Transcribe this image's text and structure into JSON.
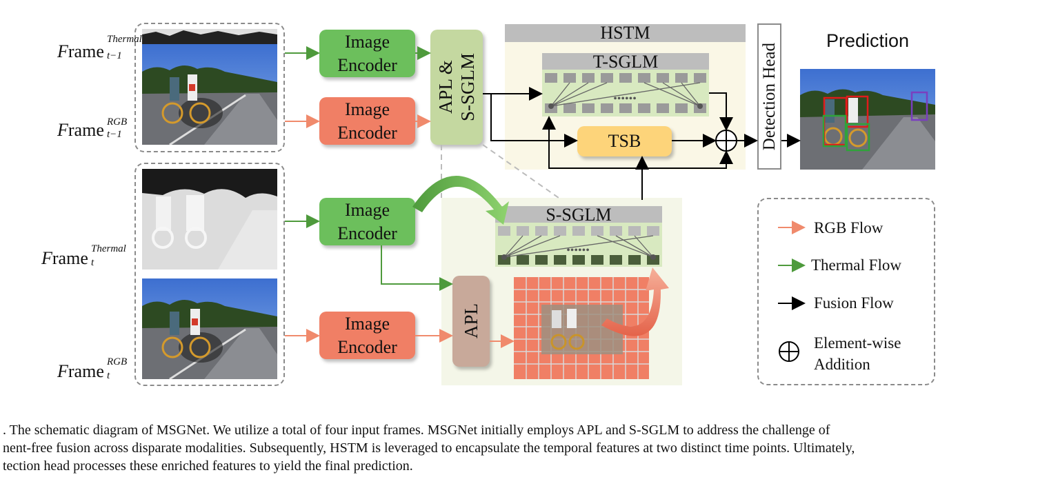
{
  "frames": {
    "thermal_prev": {
      "base": "F",
      "word": "rame",
      "sup": "Thermal",
      "sub": "t−1"
    },
    "rgb_prev": {
      "base": "F",
      "word": "rame",
      "sup": "RGB",
      "sub": "t−1"
    },
    "thermal_cur": {
      "base": "F",
      "word": "rame",
      "sup": "Thermal",
      "sub": "t"
    },
    "rgb_cur": {
      "base": "F",
      "word": "rame",
      "sup": "RGB",
      "sub": "t"
    }
  },
  "encoders": {
    "enc1": [
      "Image",
      "Encoder"
    ],
    "enc2": [
      "Image",
      "Encoder"
    ],
    "enc3": [
      "Image",
      "Encoder"
    ],
    "enc4": [
      "Image",
      "Encoder"
    ]
  },
  "modules": {
    "apl_ssglm": [
      "APL &",
      "S-SGLM"
    ],
    "hstm": "HSTM",
    "tsglm": "T-SGLM",
    "tsb": "TSB",
    "ssglm": "S-SGLM",
    "apl": "APL",
    "detection_head": "Detection Head",
    "prediction": "Prediction"
  },
  "legend": {
    "rgb_flow": "RGB Flow",
    "thermal_flow": "Thermal Flow",
    "fusion_flow": "Fusion Flow",
    "element_wise": [
      "Element-wise",
      "Addition"
    ]
  },
  "colors": {
    "rgb_flow": "#f08a6c",
    "thermal_flow": "#4e9a3c",
    "fusion_flow": "#000000",
    "encoder_green": "#6cbf5c",
    "encoder_red": "#f07f65",
    "apl_ssglm_box": "#c4d8a0",
    "apl_box": "#c8a99a",
    "tsb_box": "#fdd47a",
    "hstm_bg": "#faf7e6",
    "ssglm_bg": "#f4f6e8",
    "box_green": "#2fa33a",
    "box_red": "#e01b1b",
    "box_purple": "#7a3fbf"
  },
  "caption": [
    ". The schematic diagram of MSGNet. We utilize a total of four input frames. MSGNet initially employs APL and S-SGLM to address the challenge of",
    "nent-free fusion across disparate modalities. Subsequently, HSTM is leveraged to encapsulate the temporal features at two distinct time points. Ultimately,",
    "tection head processes these enriched features to yield the final prediction."
  ]
}
